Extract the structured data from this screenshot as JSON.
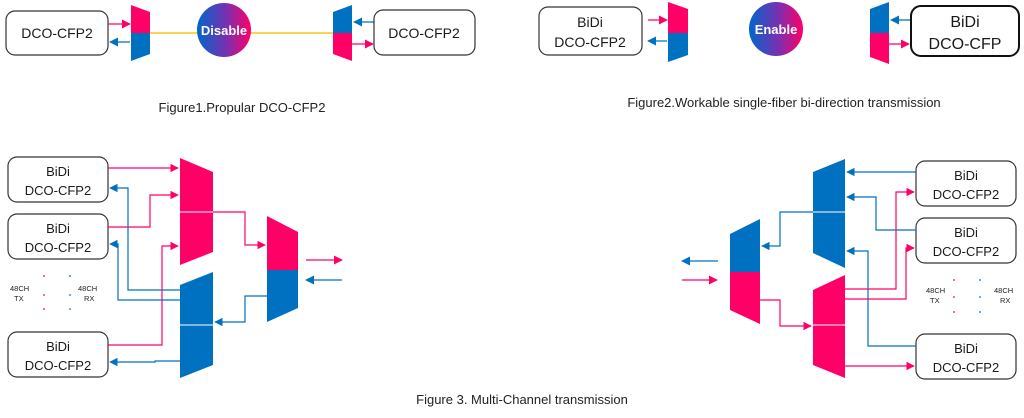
{
  "colors": {
    "pink": "#ff0066",
    "blue": "#0070c0",
    "yellow": "#f5c518",
    "box_border": "#333333"
  },
  "figure1": {
    "left_device": "DCO-CFP2",
    "right_device": "DCO-CFP2",
    "status": "Disable",
    "caption": "Figure1.Propular DCO-CFP2"
  },
  "figure2": {
    "left_device_line1": "BiDi",
    "left_device_line2": "DCO-CFP2",
    "right_device_line1": "BiDi",
    "right_device_line2": "DCO-CFP",
    "status": "Enable",
    "caption": "Figure2.Workable single-fiber bi-direction transmission"
  },
  "figure3": {
    "device_line1": "BiDi",
    "device_line2": "DCO-CFP2",
    "left_tx_label_line1": "48CH",
    "left_tx_label_line2": "TX",
    "left_rx_label_line1": "48CH",
    "left_rx_label_line2": "RX",
    "right_tx_label_line1": "48CH",
    "right_tx_label_line2": "TX",
    "right_rx_label_line1": "48CH",
    "right_rx_label_line2": "RX",
    "caption": "Figure 3. Multi-Channel transmission"
  }
}
